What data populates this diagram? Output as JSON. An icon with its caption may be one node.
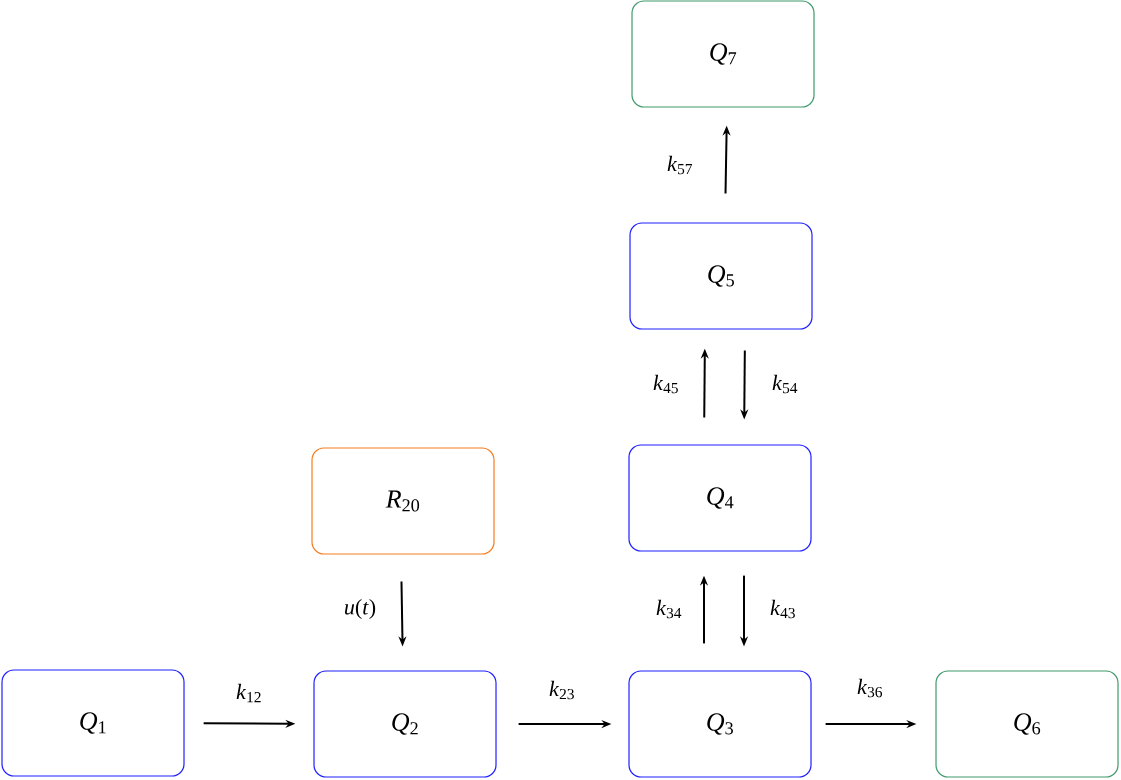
{
  "diagram": {
    "nodes": [
      {
        "text": [
          "*Q*$_{7}$"
        ]
      },
      {
        "text": [
          "*Q*$_{5}$"
        ]
      },
      {
        "text": [
          "*R*$_{20}$"
        ]
      },
      {
        "text": [
          "*Q*$_{4}$"
        ]
      },
      {
        "text": [
          "*Q*$_{1}$"
        ]
      },
      {
        "text": [
          "*Q*$_{2}$"
        ]
      },
      {
        "text": [
          "*Q*$_{3}$"
        ]
      },
      {
        "text": [
          "*Q*$_{6}$"
        ]
      }
    ],
    "edges": [
      {
        "from": 4,
        "to": 5,
        "arrow": "to",
        "label": "*k*$_{12}$"
      },
      {
        "from": 5,
        "to": 6,
        "arrow": "to",
        "label": "*k*$_{23}$"
      },
      {
        "from": 6,
        "to": 7,
        "arrow": "to",
        "label": "*k*$_{36}$"
      },
      {
        "from": 2,
        "to": 5,
        "arrow": "to",
        "label": "*u*(*t*)"
      },
      {
        "from": 6,
        "to": 3,
        "arrow": "to",
        "label": "*k*$_{34}$"
      },
      {
        "from": 3,
        "to": 6,
        "arrow": "to",
        "label": "*k*$_{43}$"
      },
      {
        "from": 3,
        "to": 1,
        "arrow": "to",
        "label": "*k*$_{45}$"
      },
      {
        "from": 1,
        "to": 3,
        "arrow": "to",
        "label": "*k*$_{54}$"
      },
      {
        "from": 1,
        "to": 0,
        "arrow": "to",
        "label": "*k*$_{57}$"
      }
    ]
  }
}
